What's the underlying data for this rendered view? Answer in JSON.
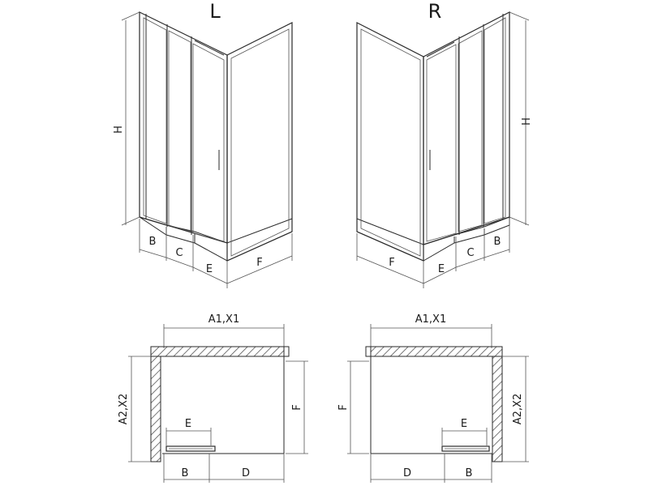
{
  "views": {
    "left_title": "L",
    "right_title": "R"
  },
  "dims": {
    "H": "H",
    "B": "B",
    "C": "C",
    "E": "E",
    "F": "F",
    "A1X1": "A1,X1",
    "A2X2": "A2,X2",
    "D": "D"
  },
  "colors": {
    "line": "#2a2a2a",
    "hatch": "#555555",
    "background": "#ffffff"
  }
}
